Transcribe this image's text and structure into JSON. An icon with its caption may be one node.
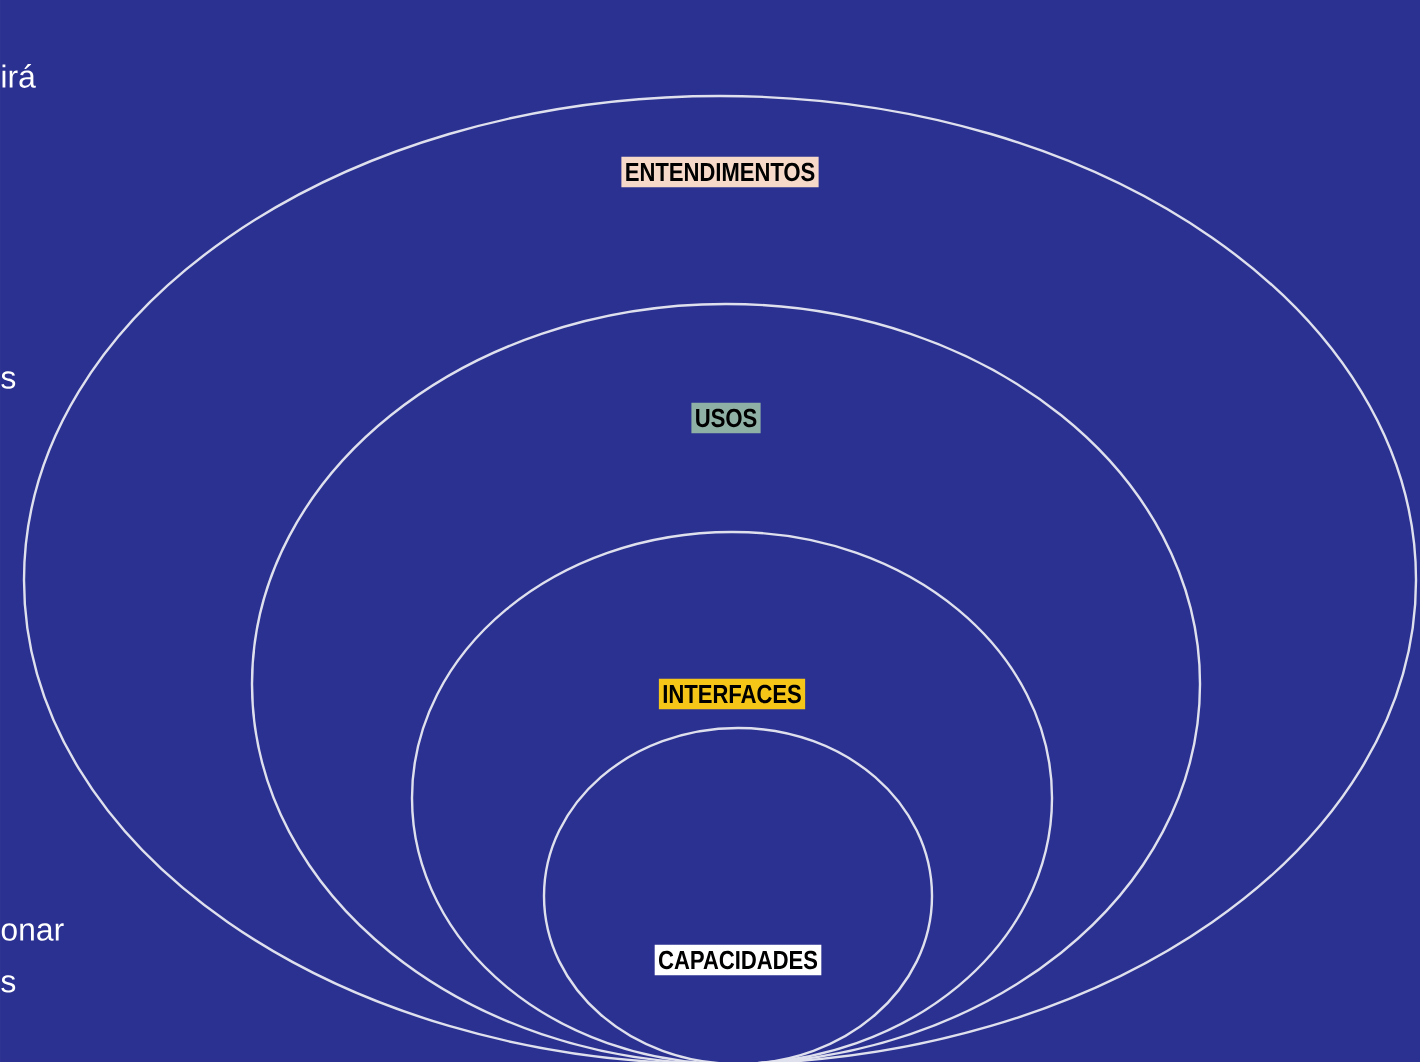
{
  "diagram": {
    "nodes": [
      {
        "text": [
          "ENTENDIMENTOS"
        ]
      },
      {
        "text": [
          "USOS"
        ],
        "in": 0
      },
      {
        "text": [
          "INTERFACES"
        ],
        "in": 1
      },
      {
        "text": [
          "CAPACIDADES"
        ],
        "in": 2
      }
    ],
    "labels": [
      "irá",
      "s",
      "onar s"
    ]
  }
}
